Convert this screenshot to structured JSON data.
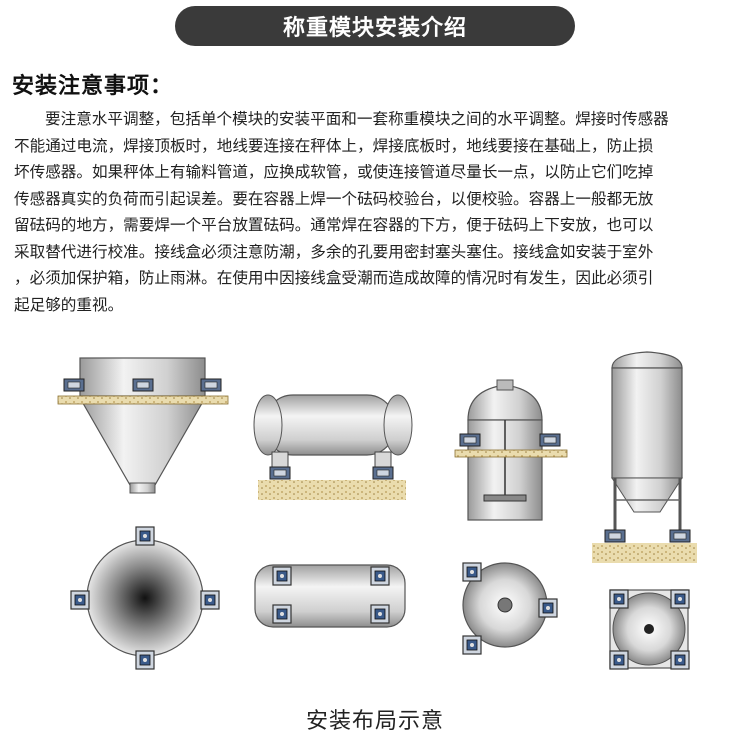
{
  "banner": {
    "title": "称重模块安装介绍"
  },
  "section": {
    "heading": "安装注意事项："
  },
  "body_lines": [
    "要注意水平调整，包括单个模块的安装平面和一套称重模块之间的水平调整。焊接时传感器",
    "不能通过电流，焊接顶板时，地线要连接在秤体上，焊接底板时，地线要接在基础上，防止损",
    "坏传感器。如果秤体上有输料管道，应换成软管，或使连接管道尽量长一点，以防止它们吃掉",
    "传感器真实的负荷而引起误差。要在容器上焊一个砝码校验台，以便校验。容器上一般都无放",
    "留砝码的地方，需要焊一个平台放置砝码。通常焊在容器的下方，便于砝码上下安放，也可以",
    "采取替代进行校准。接线盒必须注意防潮，多余的孔要用密封塞头塞住。接线盒如安装于室外",
    "，必须加保护箱，防止雨淋。在使用中因接线盒受潮而造成故障的情况时有发生，因此必须引",
    "起足够的重视。"
  ],
  "figure": {
    "caption": "安装布局示意"
  },
  "colors": {
    "banner_bg": "#3a3a3a",
    "metal": "#c8c8c8",
    "ground": "#e8d9a8",
    "sensor": "#3a5a8a"
  }
}
